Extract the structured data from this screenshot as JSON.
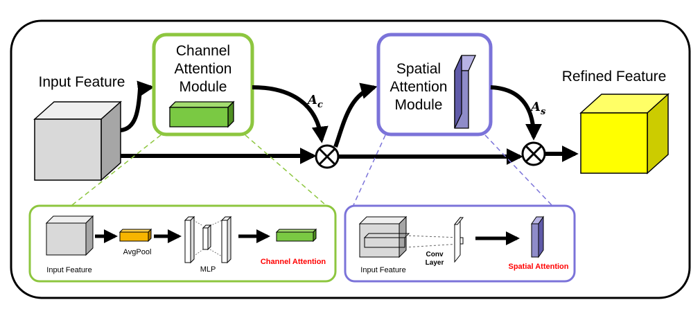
{
  "input_feature_label": "Input Feature",
  "refined_feature_label": "Refined Feature",
  "channel_module": {
    "line1": "Channel",
    "line2": "Attention",
    "line3": "Module"
  },
  "spatial_module": {
    "line1": "Spatial",
    "line2": "Attention",
    "line3": "Module"
  },
  "ac": {
    "base": "A",
    "sub": "c"
  },
  "as": {
    "base": "A",
    "sub": "s"
  },
  "channel_detail": {
    "input_label": "Input Feature",
    "avgpool_label": "AvgPool",
    "mlp_label": "MLP",
    "output_label": "Channel Attention"
  },
  "spatial_detail": {
    "input_label": "Input Feature",
    "conv_line1": "Conv",
    "conv_line2": "Layer",
    "output_label": "Spatial Attention"
  },
  "colors": {
    "channel_green": "#8dc63f",
    "green_fill": "#7ac943",
    "spatial_purple": "#7b73d9",
    "purple_fill": "#8f8cc9",
    "cube_gray": "#d9d9d9",
    "refined_yellow": "#ffff00",
    "avgpool_orange": "#f7b500",
    "attention_red": "#ff0000"
  }
}
